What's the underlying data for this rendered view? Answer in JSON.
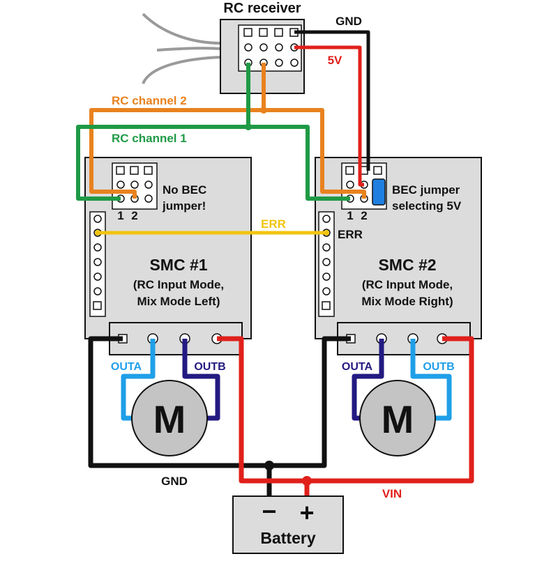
{
  "receiver": {
    "title": "RC receiver"
  },
  "power": {
    "gnd_top": "GND",
    "v5": "5V",
    "gnd_bottom": "GND",
    "vin": "VIN"
  },
  "channels": {
    "ch2": "RC channel 2",
    "ch1": "RC channel 1"
  },
  "err": {
    "wire_label": "ERR",
    "pin_label": "ERR"
  },
  "smc1": {
    "pin1": "1",
    "pin2": "2",
    "jumper_line1": "No BEC",
    "jumper_line2": "jumper!",
    "title": "SMC #1",
    "mode_line1": "(RC Input Mode,",
    "mode_line2": "Mix Mode Left)",
    "outa": "OUTA",
    "outb": "OUTB",
    "motor": "M"
  },
  "smc2": {
    "pin1": "1",
    "pin2": "2",
    "jumper_line1": "BEC jumper",
    "jumper_line2": "selecting 5V",
    "title": "SMC #2",
    "mode_line1": "(RC Input Mode,",
    "mode_line2": "Mix Mode Right)",
    "outa": "OUTA",
    "outb": "OUTB",
    "motor": "M"
  },
  "battery": {
    "minus": "−",
    "plus": "+",
    "label": "Battery"
  },
  "colors": {
    "board": "#dcdcdc",
    "orange": "#e8821e",
    "green": "#1f9a45",
    "red": "#e0201b",
    "black": "#111111",
    "yellow": "#f2c40f",
    "light_blue": "#1f9fe8",
    "dark_blue": "#231a82",
    "gray_wire": "#9a9a9a",
    "motor": "#c4c4c4"
  }
}
